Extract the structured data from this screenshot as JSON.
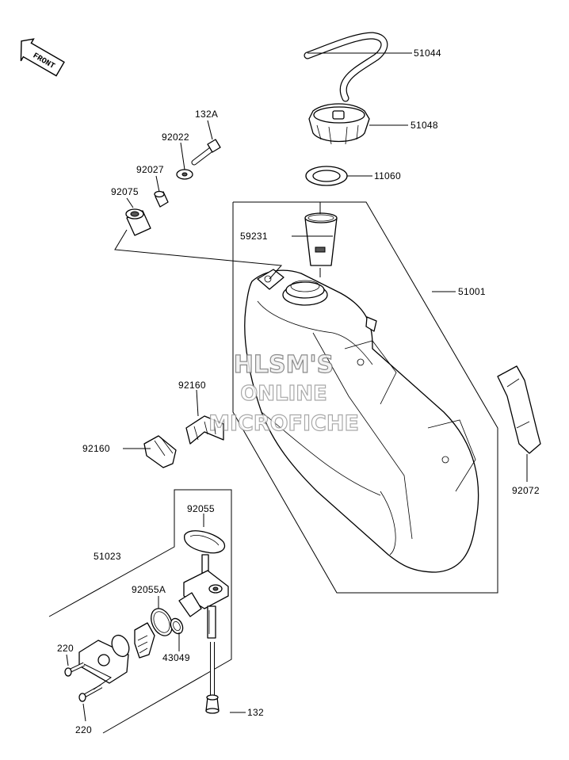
{
  "direction_badge": "FRONT",
  "watermark": {
    "line1": "HLSM'S",
    "line2": "ONLINE",
    "line3": "MICROFICHE"
  },
  "parts": {
    "p51044": "51044",
    "p51048": "51048",
    "p11060": "11060",
    "p59231": "59231",
    "p51001": "51001",
    "p132A": "132A",
    "p92022": "92022",
    "p92027": "92027",
    "p92075": "92075",
    "p92160_top": "92160",
    "p92160_left": "92160",
    "p92072": "92072",
    "p92055": "92055",
    "p51023": "51023",
    "p92055A": "92055A",
    "p43049": "43049",
    "p220_top": "220",
    "p220_bottom": "220",
    "p132": "132"
  }
}
